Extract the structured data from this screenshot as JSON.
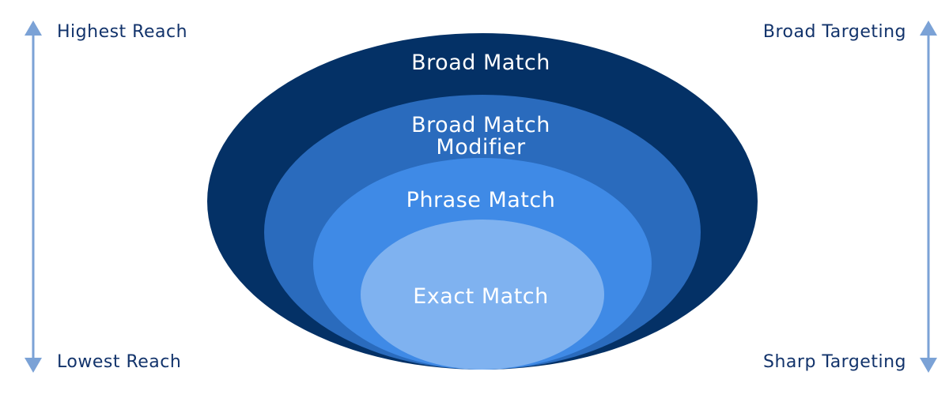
{
  "left_axis": {
    "top_label": "Highest Reach",
    "bottom_label": "Lowest Reach"
  },
  "right_axis": {
    "top_label": "Broad Targeting",
    "bottom_label": "Sharp Targeting"
  },
  "levels": [
    {
      "line1": "Broad Match",
      "line2": "",
      "color": "#043166"
    },
    {
      "line1": "Broad Match",
      "line2": "Modifier",
      "color": "#2a6bbd"
    },
    {
      "line1": "Phrase Match",
      "line2": "",
      "color": "#3f8ae6"
    },
    {
      "line1": "Exact Match",
      "line2": "",
      "color": "#7fb2f0"
    }
  ],
  "colors": {
    "arrow": "#7ba2d6",
    "text_dark": "#12336b"
  }
}
